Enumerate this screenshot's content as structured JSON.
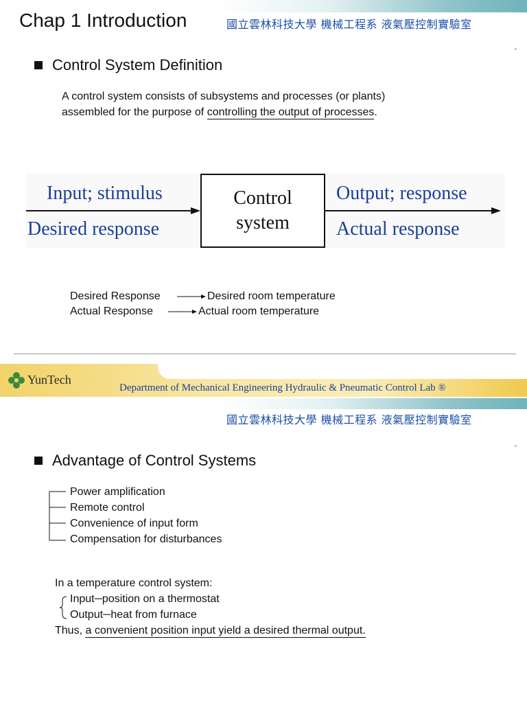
{
  "slide1": {
    "title": "Chap 1 Introduction",
    "lab_name_cn": "國立雲林科技大學 機械工程系 液氣壓控制實驗室",
    "section_heading": "Control System Definition",
    "definition_prefix": "A control system consists of subsystems and processes (or plants)",
    "definition_line2_start": "assembled for the purpose of ",
    "definition_underlined": "controlling the output of processes",
    "definition_end": ".",
    "diagram": {
      "input_top": "Input; stimulus",
      "input_bottom": "Desired response",
      "box_line1": "Control",
      "box_line2": "system",
      "output_top": "Output; response",
      "output_bottom": "Actual response"
    },
    "examples": [
      {
        "left": "Desired Response",
        "right": "Desired room temperature"
      },
      {
        "left": "Actual Response",
        "right": "Actual room temperature"
      }
    ]
  },
  "footer": {
    "logo": "YunTech",
    "department": "Department of Mechanical Engineering Hydraulic & Pneumatic Control Lab ®"
  },
  "slide2": {
    "lab_name_cn": "國立雲林科技大學 機械工程系 液氣壓控制實驗室",
    "section_heading": "Advantage of Control Systems",
    "advantages": [
      "Power amplification",
      "Remote control",
      "Convenience of input form",
      "Compensation for disturbances"
    ],
    "example_intro": "In a temperature control system:",
    "example_input": "Input─position on a thermostat",
    "example_output": "Output─heat from furnace",
    "conclusion_prefix": "Thus, ",
    "conclusion_underlined": "a convenient position input yield a desired thermal output."
  },
  "colors": {
    "accent_blue": "#1a3f9a",
    "cn_text": "#1a4fa8",
    "footer_gold": "#f2d36a",
    "band_teal": "#6fb3bb"
  }
}
